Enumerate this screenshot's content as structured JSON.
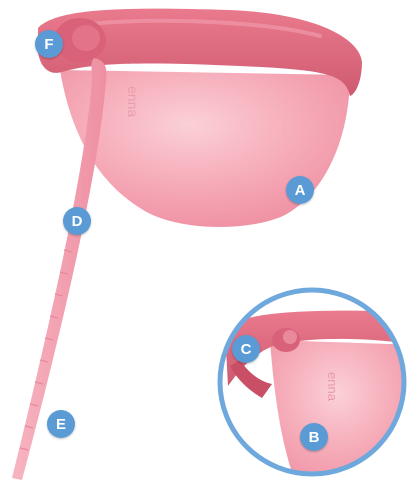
{
  "brand": {
    "engraving": "enna"
  },
  "labels": {
    "a": "A",
    "b": "B",
    "c": "C",
    "d": "D",
    "e": "E",
    "f": "F"
  },
  "colors": {
    "badge": "#5b9bd5",
    "rim": "#e06a7f",
    "rim_dark": "#c84f66",
    "cup": "#f4a3b2",
    "cup_light": "#f9c2cb",
    "stem": "#f29cac",
    "zoom_ring": "#6fa8dc"
  }
}
